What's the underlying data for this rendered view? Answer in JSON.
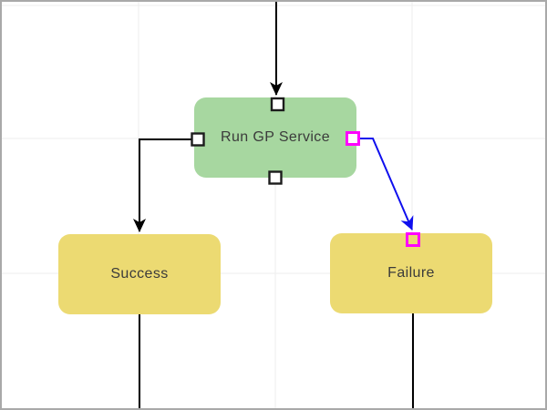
{
  "canvas": {
    "background": "#ffffff",
    "border_color": "#a9a9a9",
    "gridline_color": "#ededed"
  },
  "nodes": {
    "run_gp_service": {
      "label": "Run GP Service",
      "fill": "#a7d7a0",
      "type": "process"
    },
    "success": {
      "label": "Success",
      "fill": "#ecda72",
      "type": "outcome"
    },
    "failure": {
      "label": "Failure",
      "fill": "#ecda72",
      "type": "outcome"
    }
  },
  "text_color": "#3b3b3b",
  "connectors": {
    "default_color": "#000000",
    "selected_color": "#0f0fee"
  },
  "handles": {
    "default_border": "#1c1c1c",
    "default_fill": "#ffffff",
    "selected_border": "#ff00ff"
  }
}
